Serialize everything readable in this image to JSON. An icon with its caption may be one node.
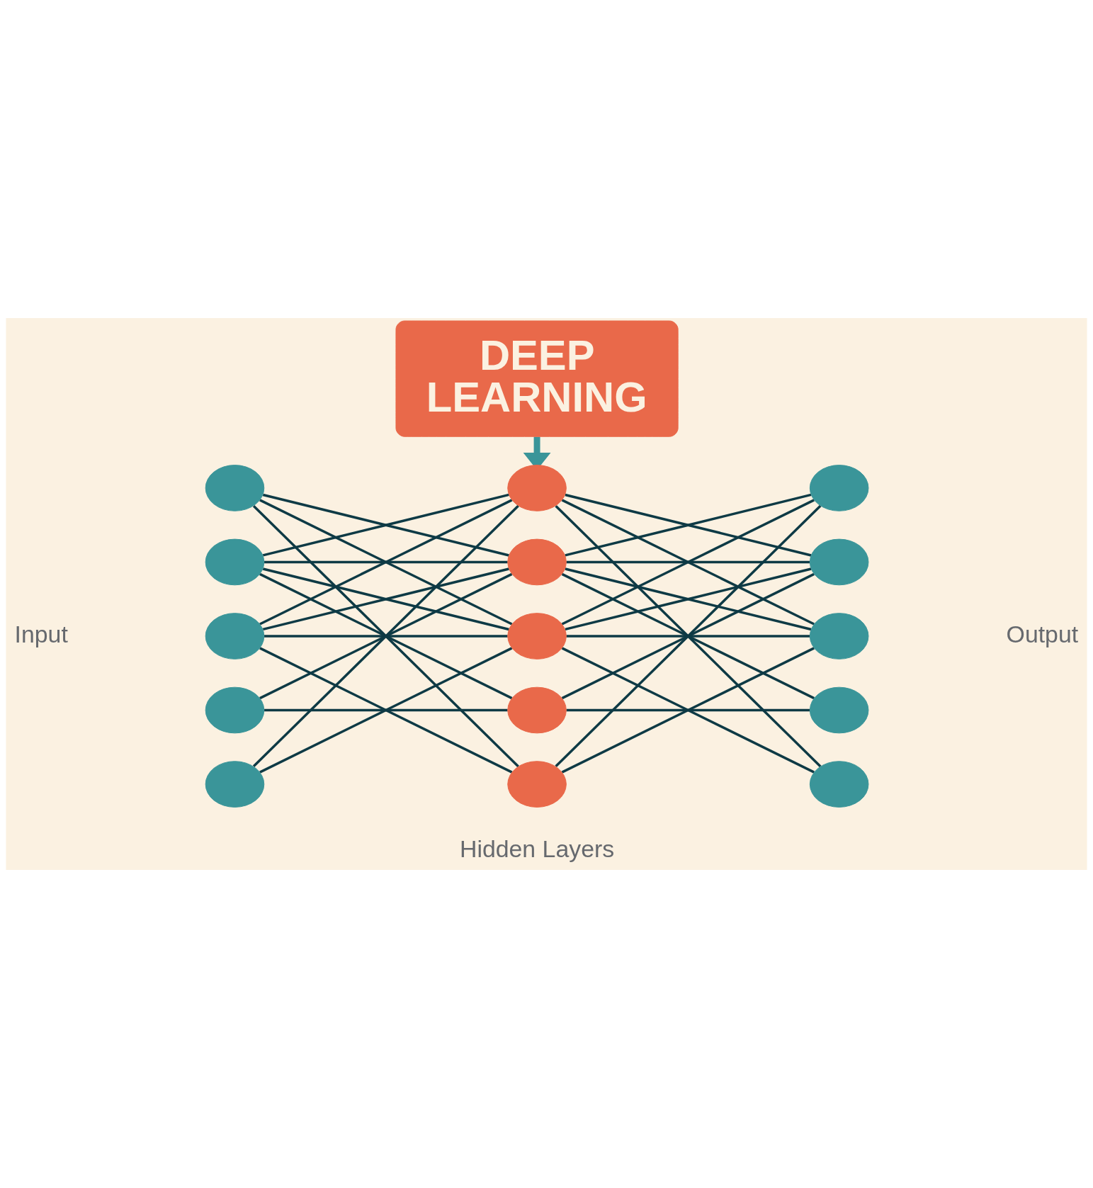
{
  "diagram": {
    "nodes": [
      {
        "text": [
          "DEEP LEARNING"
        ]
      },
      {
        "text": [],
        "shape": "circle"
      },
      {
        "text": [],
        "shape": "circle"
      },
      {
        "text": [],
        "shape": "circle"
      },
      {
        "text": [],
        "shape": "circle"
      },
      {
        "text": [],
        "shape": "circle"
      },
      {
        "text": [],
        "shape": "circle"
      },
      {
        "text": [],
        "shape": "circle"
      },
      {
        "text": [],
        "shape": "circle"
      },
      {
        "text": [],
        "shape": "circle"
      },
      {
        "text": [],
        "shape": "circle"
      },
      {
        "text": [],
        "shape": "circle"
      },
      {
        "text": [],
        "shape": "circle"
      },
      {
        "text": [],
        "shape": "circle"
      },
      {
        "text": [],
        "shape": "circle"
      },
      {
        "text": [],
        "shape": "circle"
      }
    ],
    "edges": [
      {
        "from": 0,
        "to": 6,
        "arrow": "to",
        "style": "thick",
        "color": "#3a9599"
      },
      {
        "from": 1,
        "to": 7,
        "arrow": "none"
      },
      {
        "from": 1,
        "to": 8,
        "arrow": "none"
      },
      {
        "from": 1,
        "to": 10,
        "arrow": "none"
      },
      {
        "from": 2,
        "to": 6,
        "arrow": "none"
      },
      {
        "from": 2,
        "to": 7,
        "arrow": "none"
      },
      {
        "from": 2,
        "to": 8,
        "arrow": "none"
      },
      {
        "from": 2,
        "to": 9,
        "arrow": "none"
      },
      {
        "from": 3,
        "to": 6,
        "arrow": "none"
      },
      {
        "from": 3,
        "to": 7,
        "arrow": "none"
      },
      {
        "from": 3,
        "to": 8,
        "arrow": "none"
      },
      {
        "from": 3,
        "to": 10,
        "arrow": "none"
      },
      {
        "from": 4,
        "to": 7,
        "arrow": "none"
      },
      {
        "from": 4,
        "to": 9,
        "arrow": "none"
      },
      {
        "from": 5,
        "to": 6,
        "arrow": "none"
      },
      {
        "from": 5,
        "to": 8,
        "arrow": "none"
      },
      {
        "from": 6,
        "to": 12,
        "arrow": "none"
      },
      {
        "from": 6,
        "to": 13,
        "arrow": "none"
      },
      {
        "from": 6,
        "to": 15,
        "arrow": "none"
      },
      {
        "from": 7,
        "to": 11,
        "arrow": "none"
      },
      {
        "from": 7,
        "to": 12,
        "arrow": "none"
      },
      {
        "from": 7,
        "to": 13,
        "arrow": "none"
      },
      {
        "from": 7,
        "to": 14,
        "arrow": "none"
      },
      {
        "from": 8,
        "to": 11,
        "arrow": "none"
      },
      {
        "from": 8,
        "to": 12,
        "arrow": "none"
      },
      {
        "from": 8,
        "to": 13,
        "arrow": "none"
      },
      {
        "from": 8,
        "to": 15,
        "arrow": "none"
      },
      {
        "from": 9,
        "to": 12,
        "arrow": "none"
      },
      {
        "from": 9,
        "to": 14,
        "arrow": "none"
      },
      {
        "from": 10,
        "to": 11,
        "arrow": "none"
      },
      {
        "from": 10,
        "to": 13,
        "arrow": "none"
      }
    ],
    "labels": [
      "Input",
      "Output",
      "Hidden Layers"
    ]
  }
}
